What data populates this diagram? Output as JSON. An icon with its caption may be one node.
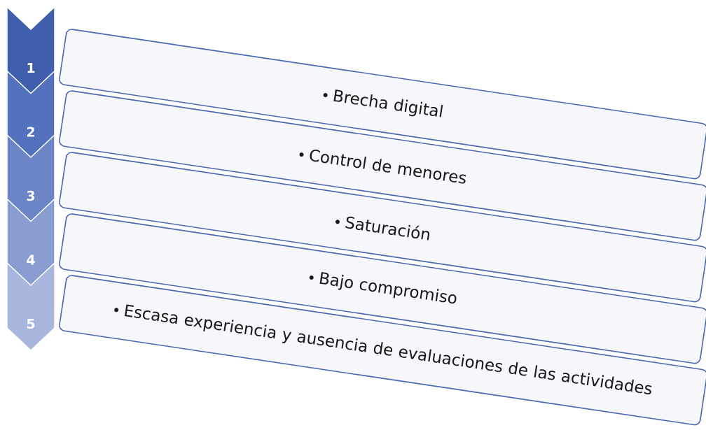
{
  "diagram": {
    "nodes": [
      {
        "text": [
          "1"
        ]
      },
      {
        "text": [
          "Brecha digital"
        ]
      },
      {
        "text": [
          "2"
        ]
      },
      {
        "text": [
          "Control de menores"
        ]
      },
      {
        "text": [
          "3"
        ]
      },
      {
        "text": [
          "Saturación"
        ]
      },
      {
        "text": [
          "4"
        ]
      },
      {
        "text": [
          "Bajo compromiso"
        ]
      },
      {
        "text": [
          "5"
        ]
      },
      {
        "text": [
          "Escasa experiencia y ausencia de evaluaciones de las actividades"
        ]
      }
    ]
  }
}
